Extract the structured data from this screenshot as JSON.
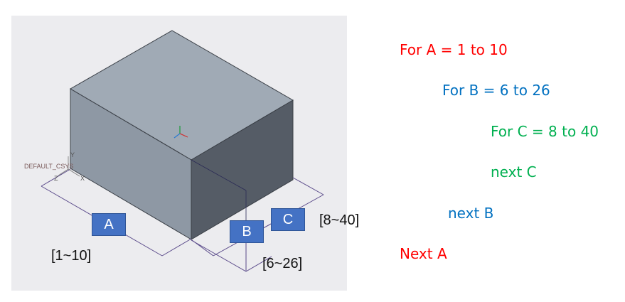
{
  "cad": {
    "csys_label": "DEFAULT_CSYS",
    "axis_y": "Y",
    "axis_z": "Z",
    "axis_x": "X"
  },
  "dimensions": {
    "a": {
      "label": "A",
      "range": "[1~10]"
    },
    "b": {
      "label": "B",
      "range": "[6~26]"
    },
    "c": {
      "label": "C",
      "range": "[8~40]"
    }
  },
  "code": {
    "line1": "For A = 1 to 10",
    "line2": "For B = 6 to 26",
    "line3": "For C = 8 to 40",
    "line4": "next C",
    "line5": "next B",
    "line6": "Next A"
  },
  "colors": {
    "loop_a": "#ff0000",
    "loop_b": "#0070c0",
    "loop_c": "#00b050",
    "label_fill": "#4472c4",
    "top_face": "#a0aab5",
    "left_face": "#8e98a4",
    "right_face": "#555c66",
    "dimension_line": "#5a4a8a"
  }
}
